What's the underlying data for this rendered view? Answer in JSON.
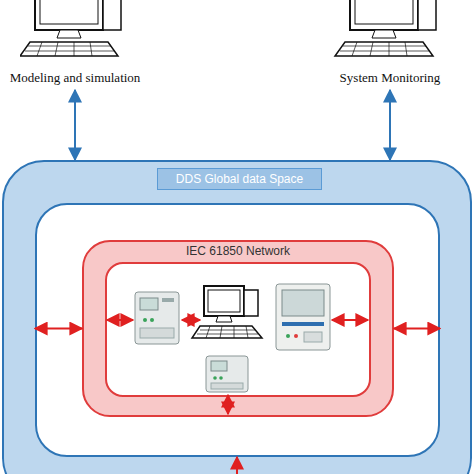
{
  "diagram": {
    "nodes": [
      {
        "text": [
          "Modeling and simulation"
        ]
      },
      {
        "text": [
          "System Monitoring"
        ]
      },
      {
        "text": [
          "DDS Global data Space"
        ]
      },
      {
        "text": [
          "IEC 61850 Network"
        ],
        "in": 2
      }
    ],
    "edges": [
      {
        "from": 0,
        "to": 2,
        "arrow": "both"
      },
      {
        "from": 1,
        "to": 2,
        "arrow": "both"
      },
      {
        "from": 2,
        "to": 3,
        "arrow": "both"
      },
      {
        "from": 3,
        "to": 2,
        "arrow": "both"
      }
    ]
  }
}
